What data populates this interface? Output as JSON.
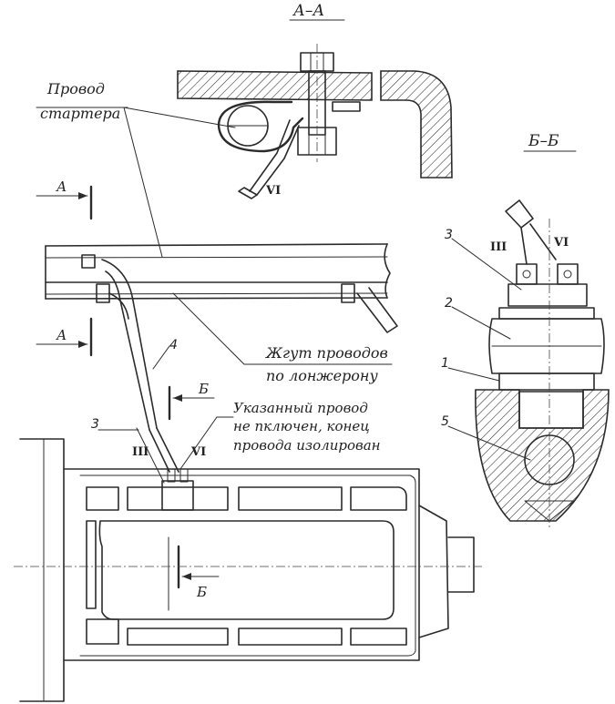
{
  "section_aa": {
    "title": "А–А"
  },
  "section_bb": {
    "title": "Б–Б",
    "part_numbers": [
      "3",
      "2",
      "1",
      "5"
    ],
    "terminal_labels": [
      "III",
      "VI"
    ]
  },
  "labels": {
    "starter_wire": [
      "Провод",
      "стартера"
    ],
    "wire_harness": [
      "Жгут проводов",
      "по лонжерону"
    ],
    "note": [
      "Указанный провод",
      "не пключен, конец",
      "провода изолирован"
    ]
  },
  "callouts": {
    "cut_a_top": "А",
    "cut_a_bottom": "А",
    "cut_b_top": "Б",
    "cut_b_bottom": "Б",
    "wire_number": "4",
    "switch_number": "3",
    "terminal_iii": "III",
    "terminal_vi": "VI",
    "terminal_vi_top": "VI"
  },
  "colors": {
    "ink": "#2b2b2b",
    "paper": "#ffffff"
  }
}
